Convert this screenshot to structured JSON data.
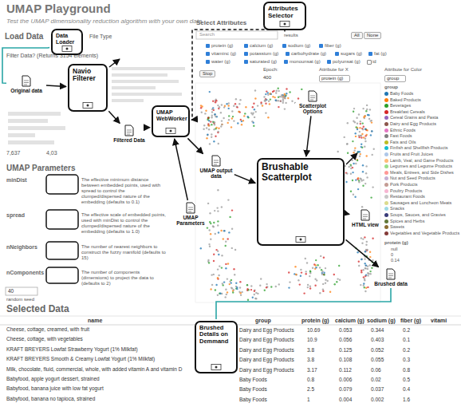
{
  "diagram": {
    "title": "UMAP Playground",
    "nodes": [
      {
        "text": [
          "Data Loader"
        ]
      },
      {
        "text": [
          "Attributes Selector"
        ]
      },
      {
        "text": [
          "Original data"
        ]
      },
      {
        "text": [
          "Navio Filterer"
        ]
      },
      {
        "text": [
          "UMAP WebWorker"
        ]
      },
      {
        "text": [
          "Filtered Data"
        ]
      },
      {
        "text": [
          "Scatterplot Options"
        ]
      },
      {
        "text": [
          "UMAP output data"
        ]
      },
      {
        "text": [
          "Brushable Scatterplot"
        ]
      },
      {
        "text": [
          "HTML view"
        ]
      },
      {
        "text": [
          "UMAP Parameters"
        ]
      },
      {
        "text": [
          "Brushed data"
        ]
      },
      {
        "text": [
          "Brushed Details on Demmand"
        ]
      }
    ],
    "edges": [
      {
        "from": 0,
        "to": 2,
        "arrow": "none"
      },
      {
        "from": 2,
        "to": 3,
        "arrow": "to"
      },
      {
        "from": 3,
        "to": 5,
        "arrow": "to"
      },
      {
        "from": 5,
        "to": 4,
        "arrow": "to"
      },
      {
        "from": 1,
        "to": 4,
        "arrow": "to"
      },
      {
        "from": 10,
        "to": 4,
        "arrow": "to"
      },
      {
        "from": 4,
        "to": 7,
        "arrow": "to"
      },
      {
        "from": 7,
        "to": 8,
        "arrow": "to"
      },
      {
        "from": 6,
        "to": 8,
        "arrow": "to"
      },
      {
        "from": 8,
        "to": 9,
        "arrow": "to"
      },
      {
        "from": 8,
        "to": 11,
        "arrow": "to"
      },
      {
        "from": 11,
        "to": 12,
        "arrow": "none"
      }
    ],
    "labels": [
      "UMAP Playground",
      "Test the UMAP dimensionality reduction algorithm with your own data",
      "Load Data",
      "File Type",
      "Filter Data? (Returns 3154 elements)",
      "7,637",
      "4,03",
      "UMAP Parameters",
      "minDist",
      "The effective minimum distance between embedded points, used with spread to control the clumped/dispersed nature of the embedding (defaults to 0.1)",
      "spread",
      "The effective scale of embedded points, used with minDist to control the clumped/dispersed nature of the embedding (defaults to 1.0)",
      "nNeighbors",
      "The number of nearest neighbors to construct the fuzzy manifold (defaults to 15)",
      "nComponents",
      "The number of components (dimensions) to project the data to (defaults to 2)",
      "40",
      "random seed",
      "Select Attributes",
      "Search",
      "results",
      "All",
      "None",
      "protein (g)",
      "calcium (g)",
      "sodium (g)",
      "fiber (g)",
      "vitaminc (g)",
      "potassium (g)",
      "carbohydrate (g)",
      "sugars (g)",
      "fat (g)",
      "water (g)",
      "saturated (g)",
      "monounsat (g)",
      "polyunsat (g)",
      "id",
      "Stop",
      "Epoch:",
      "400",
      "Attribute for X",
      "protein (g)",
      "Attribute for Color",
      "group",
      "group",
      "protein (g)",
      "null",
      "0",
      "0.14",
      "Selected Data",
      "name",
      "group",
      "protein (g)",
      "calcium (g)",
      "sodium (g)",
      "fiber (g)",
      "vitami",
      "Cheese, cottage, creamed, with fruit",
      "Dairy and Egg Products",
      "10.69",
      "0.053",
      "0.344",
      "0.2",
      "Cheese, cottage, with vegetables",
      "Dairy and Egg Products",
      "10.9",
      "0.056",
      "0.403",
      "0.1",
      "KRAFT BREYERS Lowfat Strawberry Yogurt (1% Milkfat)",
      "Dairy and Egg Products",
      "3.8",
      "0.125",
      "0.052",
      "0.2",
      "KRAFT BREYERS Smooth & Creamy Lowfat Yogurt (1% Milkfat)",
      "Dairy and Egg Products",
      "3.8",
      "0.108",
      "0.055",
      "0.3",
      "Milk, chocolate, fluid, commercial, whole, with added vitamin A and vitamin D",
      "Dairy and Egg Products",
      "3.17",
      "0.112",
      "0.06",
      "0.8",
      "Babyfood, apple yogurt dessert, strained",
      "Baby Foods",
      "0.8",
      "0.006",
      "0.02",
      "0.5",
      "Babyfood, banana juice with low fat yogurt",
      "Baby Foods",
      "2.5",
      "0.079",
      "0.037",
      "0.4",
      "Babyfood, banana no tapioca, strained",
      "Baby Foods",
      "1",
      "0.004",
      "0.002",
      "1.6"
    ],
    "legend": [
      {
        "text": "Baby Foods",
        "color": "#1f77b4"
      },
      {
        "text": "Baked Products",
        "color": "#ff7f0e"
      },
      {
        "text": "Beverages",
        "color": "#2ca02c"
      },
      {
        "text": "Breakfast Cereals",
        "color": "#d62728"
      },
      {
        "text": "Cereal Grains and Pasta",
        "color": "#9467bd"
      },
      {
        "text": "Dairy and Egg Products",
        "color": "#8c564b"
      },
      {
        "text": "Ethnic Foods",
        "color": "#e377c2"
      },
      {
        "text": "Fast Foods",
        "color": "#7f7f7f"
      },
      {
        "text": "Fats and Oils",
        "color": "#bcbd22"
      },
      {
        "text": "Finfish and Shellfish Products",
        "color": "#17becf"
      },
      {
        "text": "Fruits and Fruit Juices",
        "color": "#aec7e8"
      },
      {
        "text": "Lamb, Veal, and Game Products",
        "color": "#ffbb78"
      },
      {
        "text": "Legumes and Legume Products",
        "color": "#98df8a"
      },
      {
        "text": "Meals, Entrees, and Side Dishes",
        "color": "#ff9896"
      },
      {
        "text": "Nut and Seed Products",
        "color": "#c5b0d5"
      },
      {
        "text": "Pork Products",
        "color": "#c49c94"
      },
      {
        "text": "Poultry Products",
        "color": "#f7b6d2"
      },
      {
        "text": "Restaurant Foods",
        "color": "#c7c7c7"
      },
      {
        "text": "Sausages and Luncheon Meats",
        "color": "#dbdb8d"
      },
      {
        "text": "Snacks",
        "color": "#9edae5"
      },
      {
        "text": "Soups, Sauces, and Gravies",
        "color": "#393b79"
      },
      {
        "text": "Spices and Herbs",
        "color": "#637939"
      },
      {
        "text": "Sweets",
        "color": "#8c6d31"
      },
      {
        "text": "Vegetables and Vegetable Products",
        "color": "#843c39"
      }
    ]
  }
}
